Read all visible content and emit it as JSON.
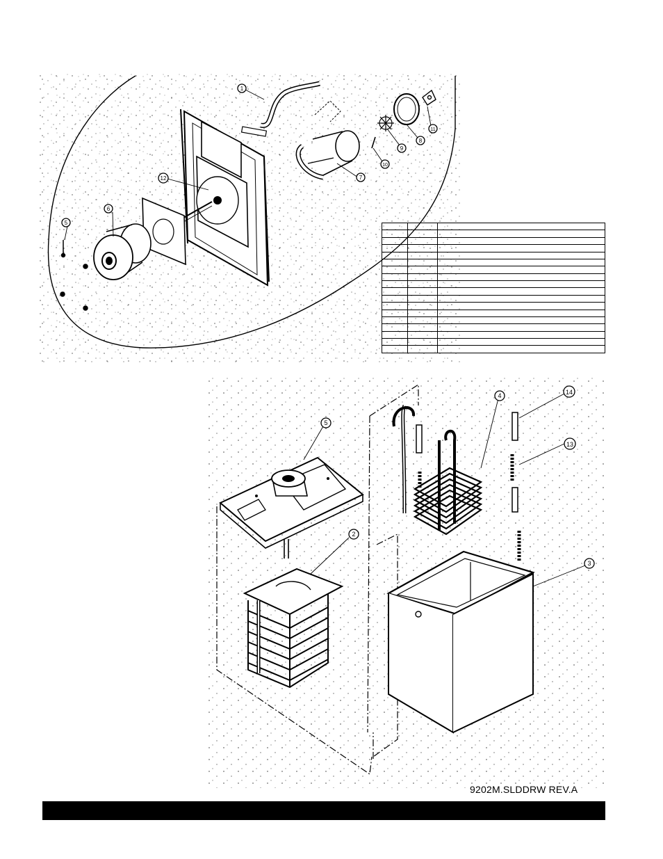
{
  "document": {
    "drawing_code": "9202M.SLDDRW  REV.A"
  },
  "top_view": {
    "callouts": [
      "1",
      "6",
      "7",
      "8",
      "9",
      "10",
      "11",
      "12",
      "5"
    ]
  },
  "bottom_view": {
    "callouts": [
      "14",
      "4",
      "13",
      "5",
      "2",
      "3"
    ]
  },
  "parts_table": {
    "rows": 18,
    "cols": 3
  }
}
